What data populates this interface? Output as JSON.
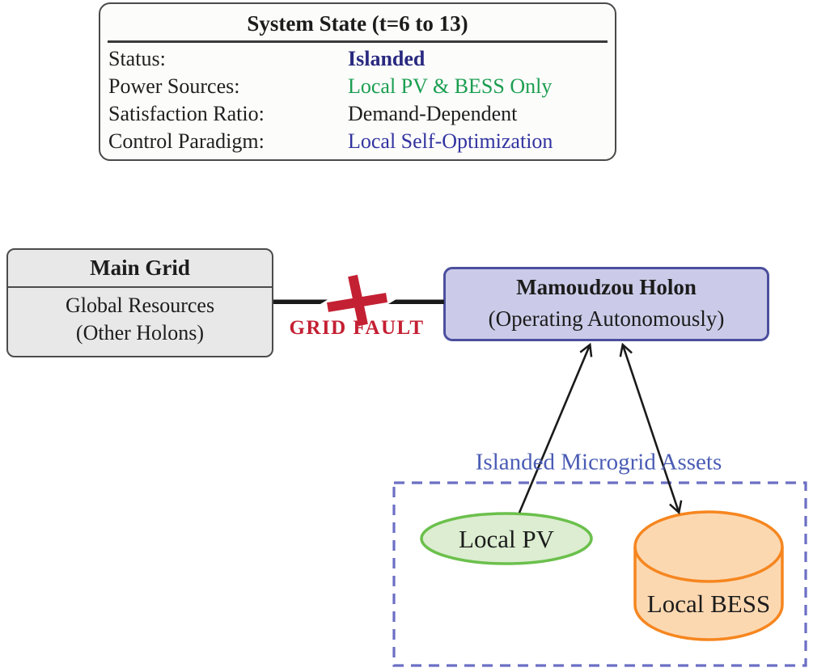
{
  "system_state_panel": {
    "title": "System State (t=6 to 13)",
    "rows": [
      {
        "label": "Status:",
        "value": "Islanded"
      },
      {
        "label": "Power Sources:",
        "value": "Local PV & BESS Only"
      },
      {
        "label": "Satisfaction Ratio:",
        "value": "Demand-Dependent"
      },
      {
        "label": "Control Paradigm:",
        "value": "Local Self-Optimization"
      }
    ]
  },
  "main_grid_node": {
    "title": "Main Grid",
    "body_line1": "Global Resources",
    "body_line2": "(Other Holons)"
  },
  "fault": {
    "label": "GRID FAULT"
  },
  "holon_node": {
    "title": "Mamoudzou Holon",
    "subtitle": "(Operating Autonomously)"
  },
  "assets_group": {
    "label": "Islanded Microgrid Assets",
    "pv_label": "Local PV",
    "bess_label": "Local BESS"
  },
  "colors": {
    "status_islanded_navy": "#292980",
    "power_sources_green": "#1b9e50",
    "control_paradigm_blue": "#3234a0",
    "fault_red": "#c42033",
    "assets_label_blue": "#4a5cb5",
    "dashed_border_blue": "#6b6fc4",
    "holon_fill": "#cbcbe9",
    "holon_border": "#4c4f9d",
    "main_grid_fill": "#e9e8e8",
    "pv_fill": "#dcedd1",
    "pv_stroke": "#6bc04c",
    "bess_fill": "#fcd8b1",
    "bess_stroke": "#f6861f"
  }
}
